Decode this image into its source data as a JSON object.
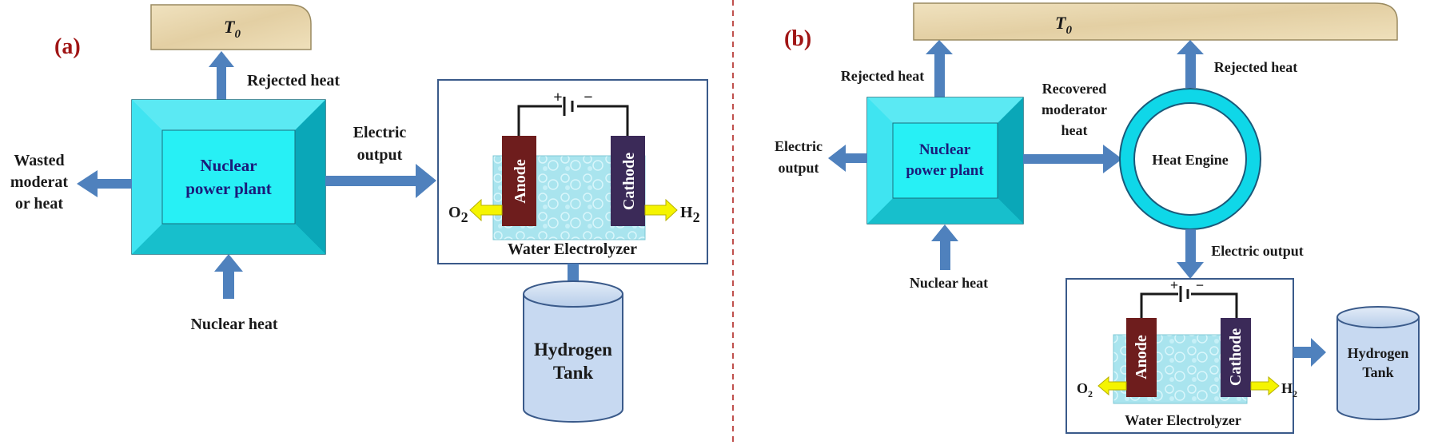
{
  "panels": {
    "a": {
      "label": "(a)",
      "t0": {
        "main": "T",
        "sub": "0"
      },
      "rejected_heat": "Rejected heat",
      "npp": {
        "line1": "Nuclear",
        "line2": "power plant"
      },
      "wasted": {
        "line1": "Wasted",
        "line2": "moderat",
        "line3": "or heat"
      },
      "electric": {
        "line1": "Electric",
        "line2": "output"
      },
      "nuclear_heat": "Nuclear heat",
      "electrolyzer": {
        "battery_plus": "+",
        "battery_minus": "−",
        "anode": "Anode",
        "cathode": "Cathode",
        "o2": {
          "main": "O",
          "sub": "2"
        },
        "h2": {
          "main": "H",
          "sub": "2"
        },
        "title": "Water Electrolyzer"
      },
      "tank": {
        "line1": "Hydrogen",
        "line2": "Tank"
      }
    },
    "b": {
      "label": "(b)",
      "t0": {
        "main": "T",
        "sub": "0"
      },
      "rejected_heat_left": "Rejected heat",
      "rejected_heat_right": "Rejected heat",
      "recovered": {
        "line1": "Recovered",
        "line2": "moderator",
        "line3": "heat"
      },
      "electric_left": {
        "line1": "Electric",
        "line2": "output"
      },
      "npp": {
        "line1": "Nuclear",
        "line2": "power plant"
      },
      "nuclear_heat": "Nuclear heat",
      "heat_engine": "Heat Engine",
      "electric_output": "Electric output",
      "electrolyzer": {
        "battery_plus": "+",
        "battery_minus": "−",
        "anode": "Anode",
        "cathode": "Cathode",
        "o2": {
          "main": "O",
          "sub": "2"
        },
        "h2": {
          "main": "H",
          "sub": "2"
        },
        "title": "Water Electrolyzer"
      },
      "tank": {
        "line1": "Hydrogen",
        "line2": "Tank"
      }
    }
  },
  "colors": {
    "title": "#a01515",
    "arrow": "#4f81bd",
    "npp_face": "#33e0ef",
    "npp_inner": "#27f0f5",
    "npp_dark": "#00a5b5",
    "t0_fill": "#ead9b3",
    "anode": "#6e1d1d",
    "cathode": "#3b2a58",
    "water": "#a9e4ee",
    "tank": "#c7d9f1",
    "divider": "#c0504d",
    "yellow_arrow": "#f5f400"
  }
}
